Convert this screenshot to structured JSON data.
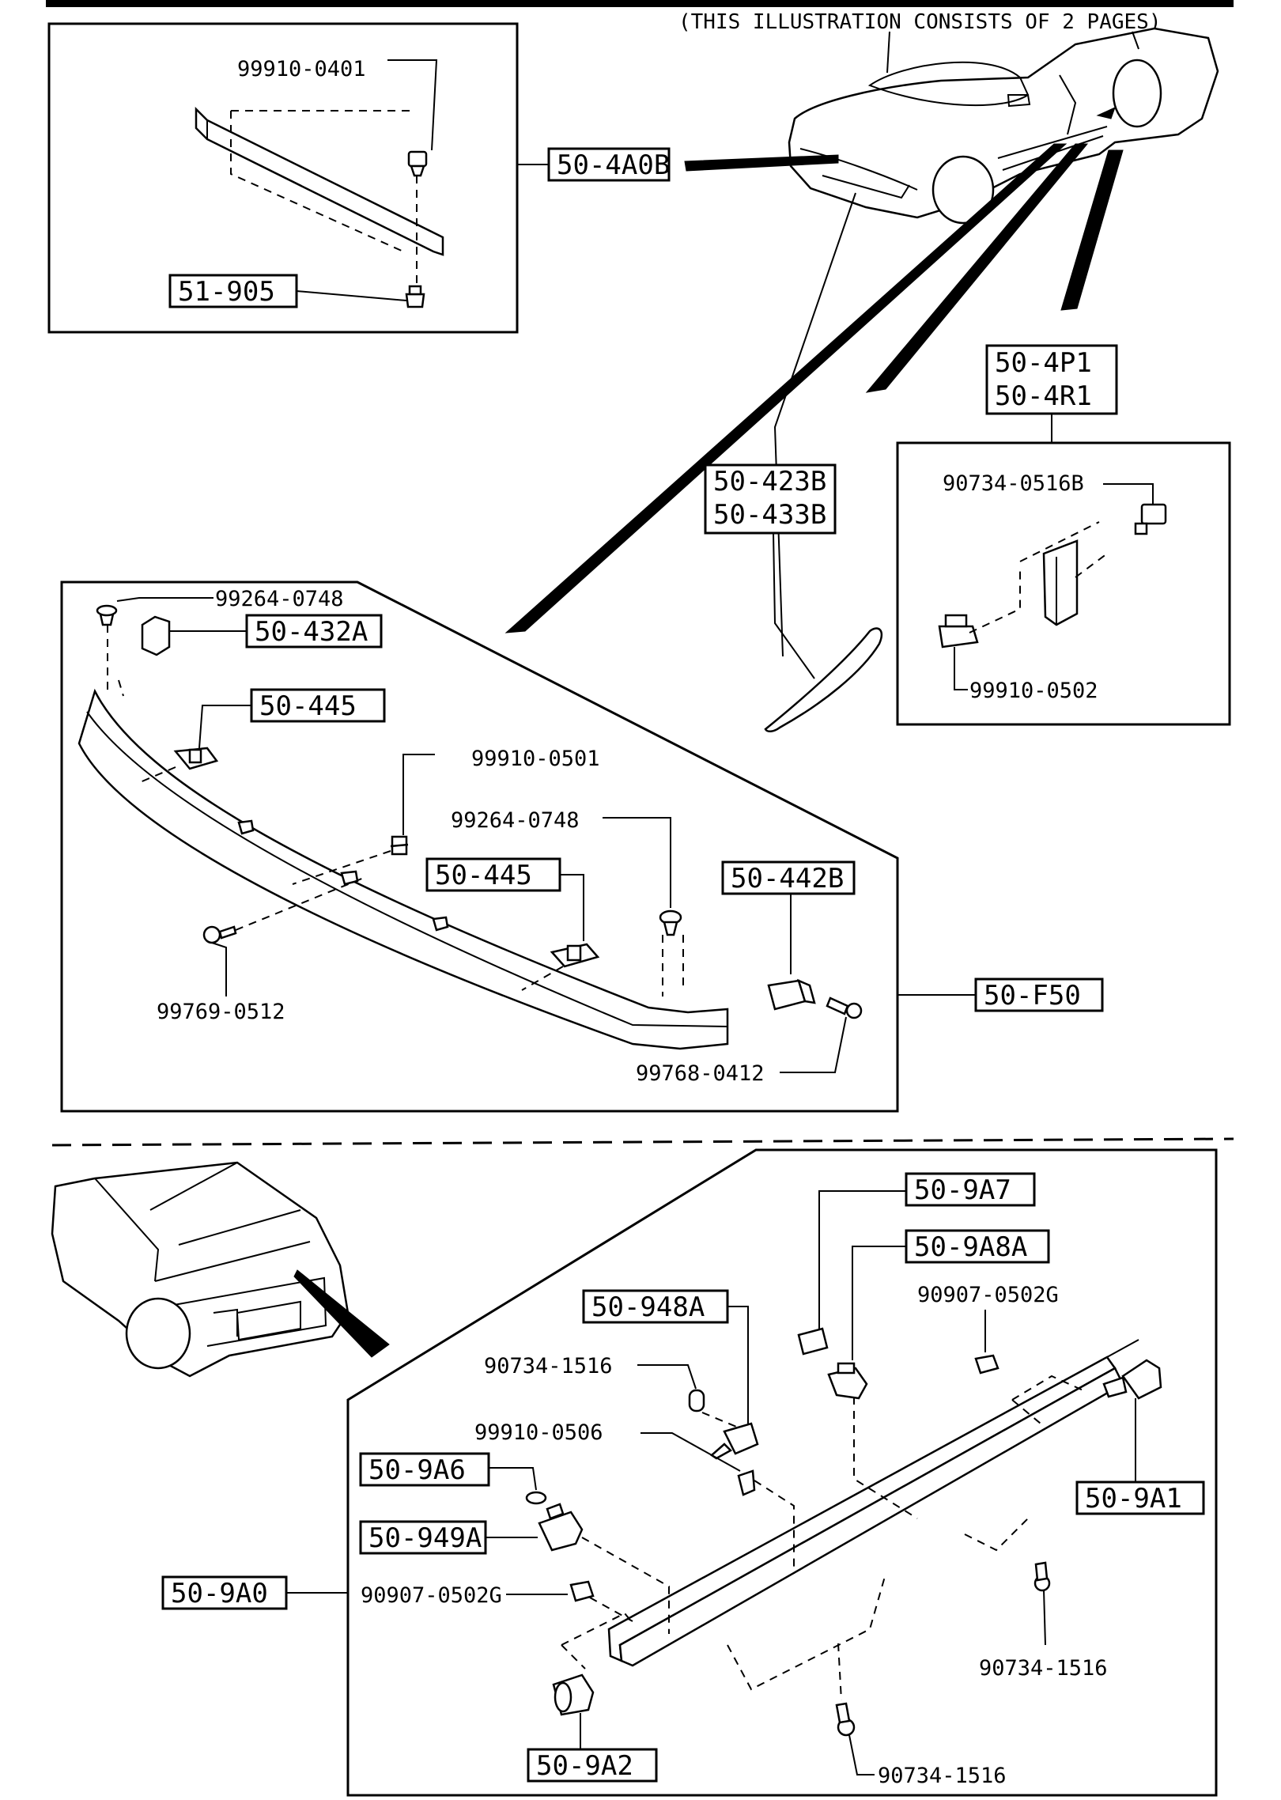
{
  "header": {
    "note": "(THIS ILLUSTRATION CONSISTS OF  2 PAGES)"
  },
  "boxed_labels": {
    "b504a0b": "50-4A0B",
    "b51905": "51-905",
    "b504p1": "50-4P1",
    "b504r1": "50-4R1",
    "b50423b": "50-423B",
    "b50433b": "50-433B",
    "b50432a": "50-432A",
    "b50445a": "50-445",
    "b50445b": "50-445",
    "b50442b": "50-442B",
    "b50f50": "50-F50",
    "b509a7": "50-9A7",
    "b509a8a": "50-9A8A",
    "b50948a": "50-948A",
    "b509a6": "50-9A6",
    "b50949a": "50-949A",
    "b509a0": "50-9A0",
    "b509a1": "50-9A1",
    "b509a2": "50-9A2"
  },
  "part_numbers": {
    "p1": "99910-0401",
    "p2": "90734-0516B",
    "p3": "99910-0502",
    "p4": "99264-0748",
    "p5": "99910-0501",
    "p6": "99264-0748",
    "p7": "99769-0512",
    "p8": "99768-0412",
    "p9": "90907-0502G",
    "p10": "90734-1516",
    "p11": "99910-0506",
    "p12": "90907-0502G",
    "p13": "90734-1516",
    "p14": "90734-1516"
  }
}
